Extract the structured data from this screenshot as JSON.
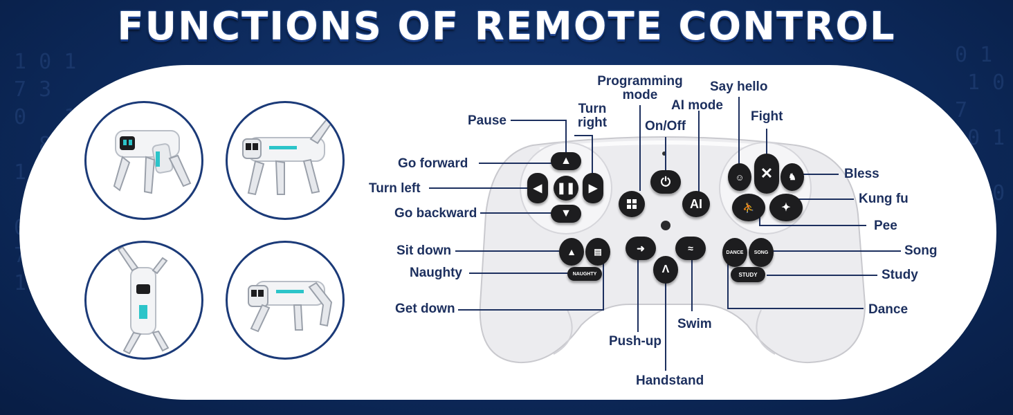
{
  "title": "FUNCTIONS OF REMOTE CONTROL",
  "labels": {
    "pause": "Pause",
    "turn_right": "Turn\nright",
    "programming_mode": "Programming\nmode",
    "ai_mode": "AI mode",
    "on_off": "On/Off",
    "say_hello": "Say hello",
    "fight": "Fight",
    "bless": "Bless",
    "kung_fu": "Kung fu",
    "pee": "Pee",
    "go_forward": "Go forward",
    "turn_left": "Turn left",
    "go_backward": "Go backward",
    "sit_down": "Sit down",
    "naughty": "Naughty",
    "get_down": "Get down",
    "song": "Song",
    "study": "Study",
    "dance": "Dance",
    "push_up": "Push-up",
    "swim": "Swim",
    "handstand": "Handstand"
  },
  "buttons": {
    "ai": "AI",
    "dance": "DANCE",
    "song": "SONG",
    "study": "STUDY",
    "naughty": "NAUGHTY",
    "pause_icon": "pause-icon",
    "power_icon": "power-icon",
    "windows_icon": "windows-icon"
  },
  "photos": [
    "robot-dog-walking",
    "robot-dog-standing",
    "robot-dog-handstand",
    "robot-dog-getting-down"
  ],
  "colors": {
    "background": "#0d2a5c",
    "label": "#1c2f5e",
    "button": "#1d1d1f",
    "controller": "#e9e9ec"
  }
}
